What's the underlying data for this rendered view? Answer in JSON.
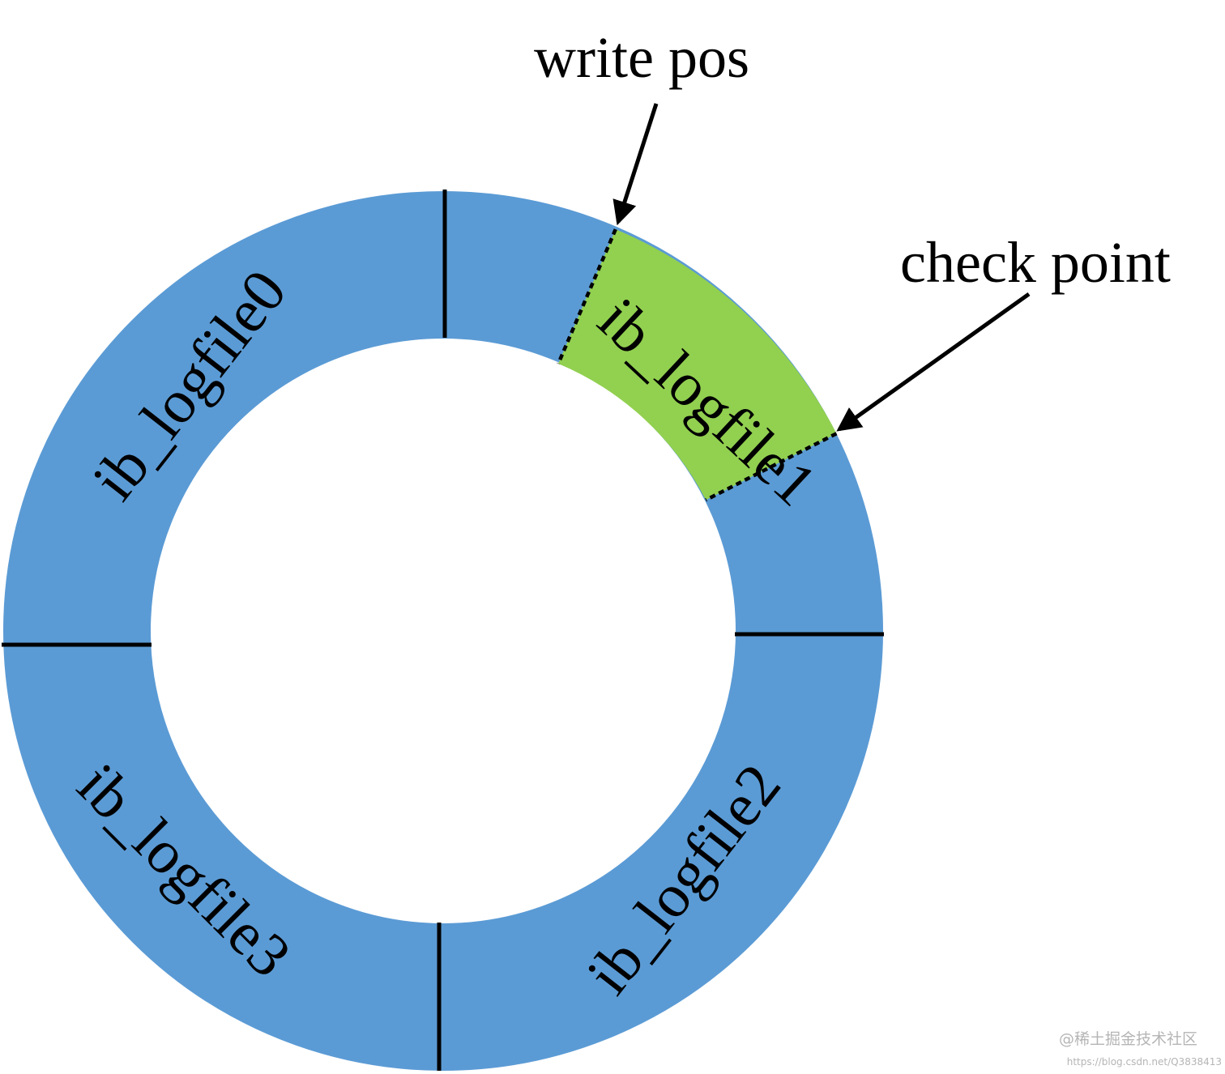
{
  "segments": [
    {
      "label": "ib_logfile0"
    },
    {
      "label": "ib_logfile1"
    },
    {
      "label": "ib_logfile2"
    },
    {
      "label": "ib_logfile3"
    }
  ],
  "callouts": {
    "write_pos": "write pos",
    "check_point": "check point"
  },
  "watermark": {
    "line1": "@稀土掘金技术社区",
    "line2": "https://blog.csdn.net/Q3838413"
  },
  "colors": {
    "ring_blue": "#5b9bd5",
    "active_green": "#92d050",
    "line": "#000000"
  }
}
